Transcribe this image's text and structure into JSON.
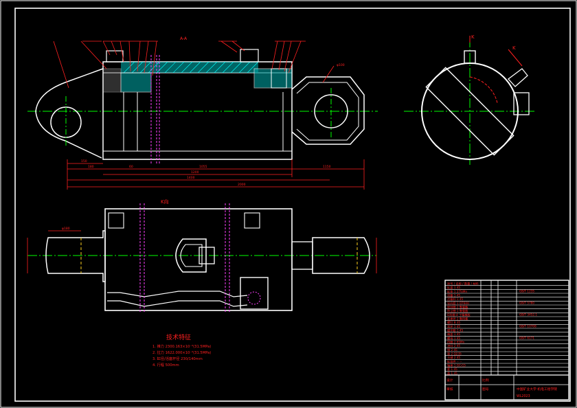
{
  "section_label": "A-A",
  "view_label": "K向",
  "k_mark": "K",
  "k_mark2": "K",
  "dims": {
    "d1": "150",
    "d2": "180",
    "d3": "60",
    "d4": "1055",
    "d5": "1200",
    "d6": "1150",
    "d7": "1400",
    "d8": "2000",
    "d9": "φ180",
    "d10": "φ100"
  },
  "tech": {
    "title": "技术特征",
    "lines": [
      "1. 推力        2300.163×10⁻³(31.5MPa)",
      "2. 拉力        1622.000×10⁻³(31.5MPa)",
      "3. 缸径/活塞杆径    230/140mm",
      "4. 行程        500mm"
    ]
  },
  "title_block": {
    "rows": [
      "序号 / 名称 / 数量 / 材料",
      "缸盖 1 45",
      "缸体 1 27SiMn",
      "活塞 1 45",
      "活塞杆 1 45",
      "导向套 1 QT600",
      "密封圈 2 聚氨酯",
      "防尘圈 1 聚氨酯",
      "O形圈 4 丁腈橡胶",
      "支承环 2 聚四氟",
      "螺钉 8 35",
      "耳环 1 45",
      "缓冲套 1 45",
      "端盖 1 45",
      "螺母 1 45",
      "挡圈 2 65Mn",
      "油口 2 45",
      "销 2 45",
      "垫 2 Q235",
      "卡键 2 45",
      "标准件 -- --",
      "轴承 1 GCr15",
      "套 1 45",
      "盖 1 45"
    ],
    "codes": [
      "GB/T 1235",
      "GB/T 5780",
      "GB/T 3452.1",
      "GB/T 10708",
      "GB/T 6171"
    ],
    "footer_labels": [
      "设计",
      "审核",
      "比例",
      "图号"
    ],
    "school": "中国矿业大学 机电工程学院",
    "drawing_no": "WL2023"
  }
}
